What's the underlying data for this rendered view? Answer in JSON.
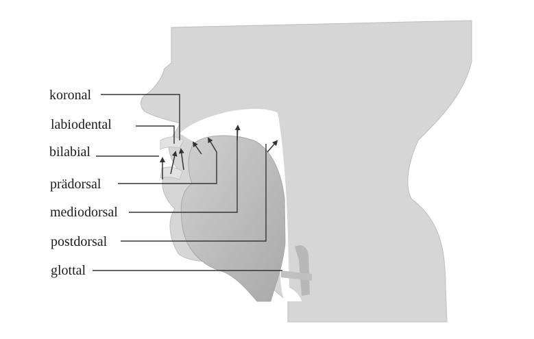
{
  "labels": {
    "koronal": "koronal",
    "labiodental": "labiodental",
    "bilabial": "bilabial",
    "praedorsal": "prädorsal",
    "mediodorsal": "mediodorsal",
    "postdorsal": "postdorsal",
    "glottal": "glottal"
  },
  "colors": {
    "background": "#ffffff",
    "head_fill": "#d6d6d6",
    "head_edge": "#bdbdbd",
    "tongue_fill": "#c4c4c4",
    "line": "#333333",
    "text": "#1b1b1b"
  }
}
